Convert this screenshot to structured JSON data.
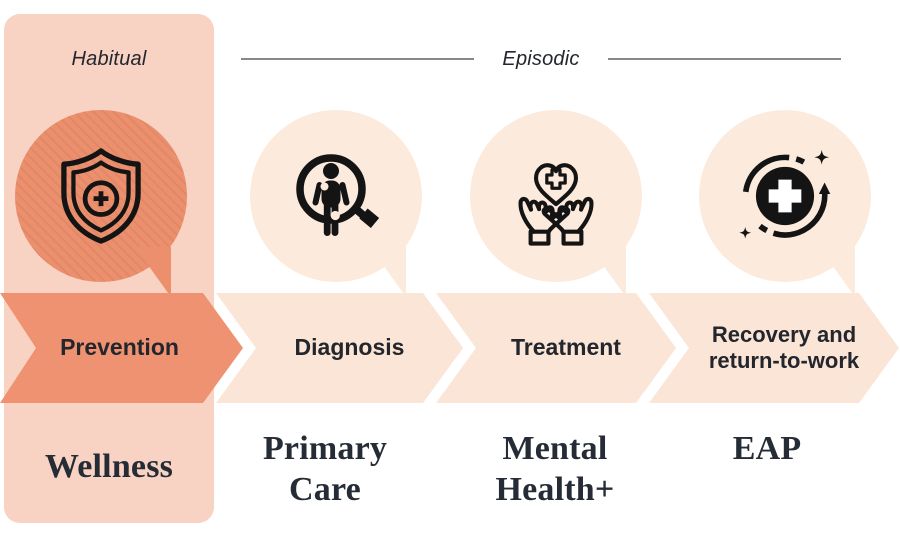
{
  "header": {
    "habitual": "Habitual",
    "episodic": "Episodic"
  },
  "stages": [
    {
      "arrow": "Prevention",
      "product": "Wellness",
      "icon": "shield-plus-icon",
      "phase": "habitual"
    },
    {
      "arrow": "Diagnosis",
      "product": "Primary Care",
      "icon": "magnifier-person-icon",
      "phase": "episodic"
    },
    {
      "arrow": "Treatment",
      "product": "Mental Health+",
      "icon": "hands-heart-icon",
      "phase": "episodic"
    },
    {
      "arrow": "Recovery and return-to-work",
      "product": "EAP",
      "icon": "recovery-cross-icon",
      "phase": "episodic"
    }
  ],
  "colors": {
    "panel": "#f8d2c2",
    "accent": "#ee9271",
    "bubble_prevention": "#ec8f6d",
    "arrow_light": "#fae5d6",
    "bubble_light": "#fcebdc",
    "text_dark": "#23262c",
    "text_serif": "#262c35",
    "line_gray": "#85878a",
    "icon_black": "#141414"
  }
}
